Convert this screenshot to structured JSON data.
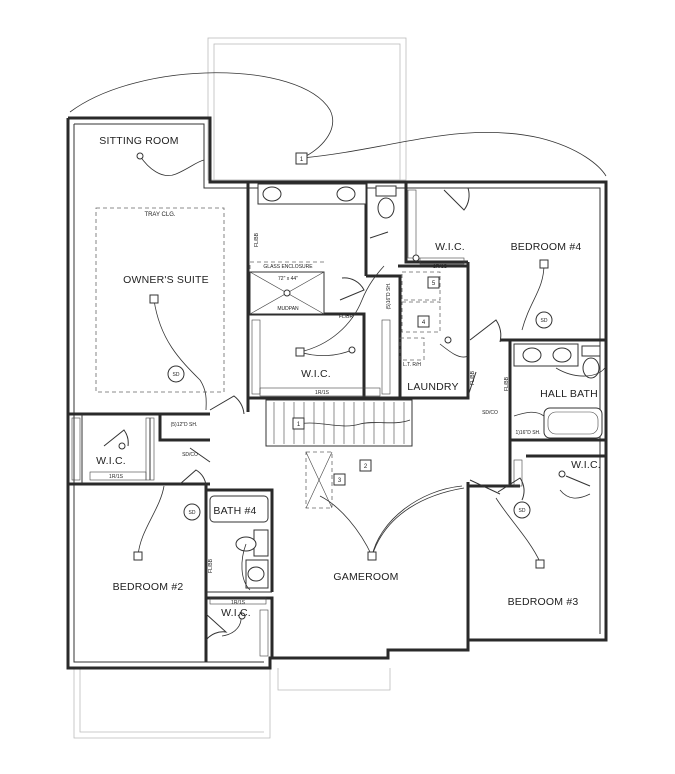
{
  "rooms": {
    "sitting_room": "SITTING ROOM",
    "owners_suite": "OWNER'S SUITE",
    "tray_clg": "TRAY CLG.",
    "bedroom4": "BEDROOM #4",
    "bedroom2": "BEDROOM #2",
    "bedroom3": "BEDROOM #3",
    "gameroom": "GAMEROOM",
    "laundry": "LAUNDRY",
    "hall_bath": "HALL BATH",
    "bath4": "BATH #4",
    "wic_main": "W.I.C.",
    "wic_b4": "W.I.C.",
    "wic_b2": "W.I.C.",
    "wic_b3": "W.I.C.",
    "wic_bath4": "W.I.C."
  },
  "labels": {
    "glass_enclosure": "GLASS ENCLOSURE",
    "shower_size": "72\" x 44\"",
    "mudpan": "MUDPAN",
    "fl_bb": "FL/BB",
    "fl_br": "FL/BR",
    "sh_5_16": "(5)16\"D SH.",
    "sh_5_12": "(5)12\"D SH.",
    "sh_1_16": "1)16\"D SH.",
    "lt_rh": "L.T. R/H",
    "sd_co": "SD/CO",
    "sd": "SD",
    "rs": "1R/1S",
    "fl_bb_short": "FL/BB"
  },
  "tags": {
    "t1": "1",
    "t2": "2",
    "t3": "3",
    "t4": "4",
    "t5": "5"
  }
}
